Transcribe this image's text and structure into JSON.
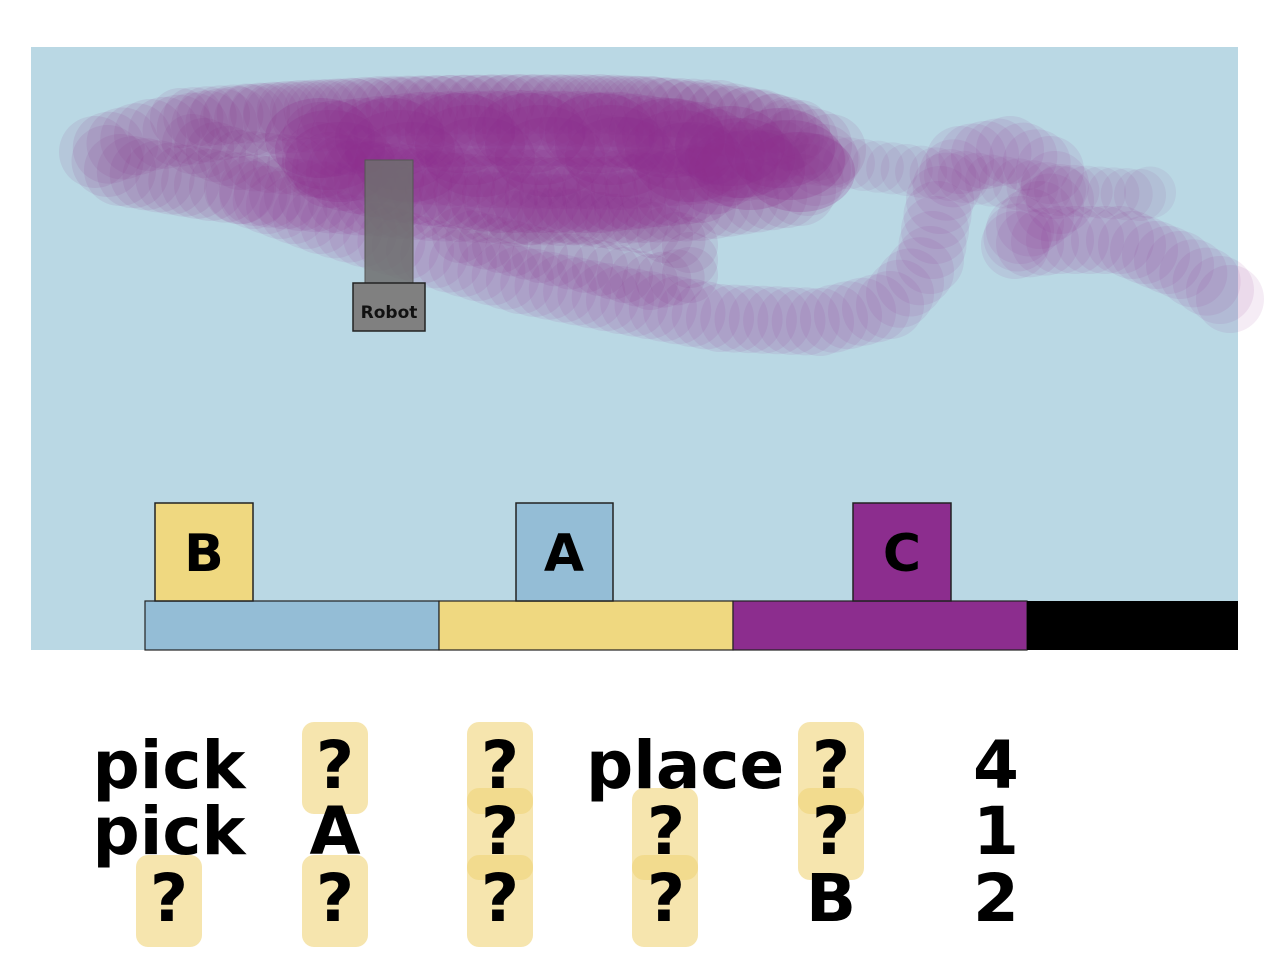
{
  "scene": {
    "background_color": "#bad8e4",
    "trail_color": "#8c2d8e",
    "robot": {
      "label": "Robot",
      "color": "#808080"
    },
    "blocks": [
      {
        "letter": "B",
        "color": "#efd880"
      },
      {
        "letter": "A",
        "color": "#94bdd6"
      },
      {
        "letter": "C",
        "color": "#8c2d8e"
      }
    ],
    "regions": [
      {
        "color": "#94bdd6"
      },
      {
        "color": "#efd880"
      },
      {
        "color": "#8c2d8e"
      },
      {
        "color": "#000000"
      }
    ]
  },
  "program": {
    "highlight_color": "#f0d478",
    "rows": [
      [
        "pick",
        "?",
        "?",
        "place",
        "?",
        "4"
      ],
      [
        "pick",
        "A",
        "?",
        "?",
        "?",
        "1"
      ],
      [
        "?",
        "?",
        "?",
        "?",
        "B",
        "2"
      ]
    ],
    "highlighted": [
      [
        false,
        true,
        true,
        false,
        true,
        false
      ],
      [
        false,
        false,
        true,
        true,
        true,
        false
      ],
      [
        true,
        true,
        true,
        true,
        false,
        false
      ]
    ]
  }
}
